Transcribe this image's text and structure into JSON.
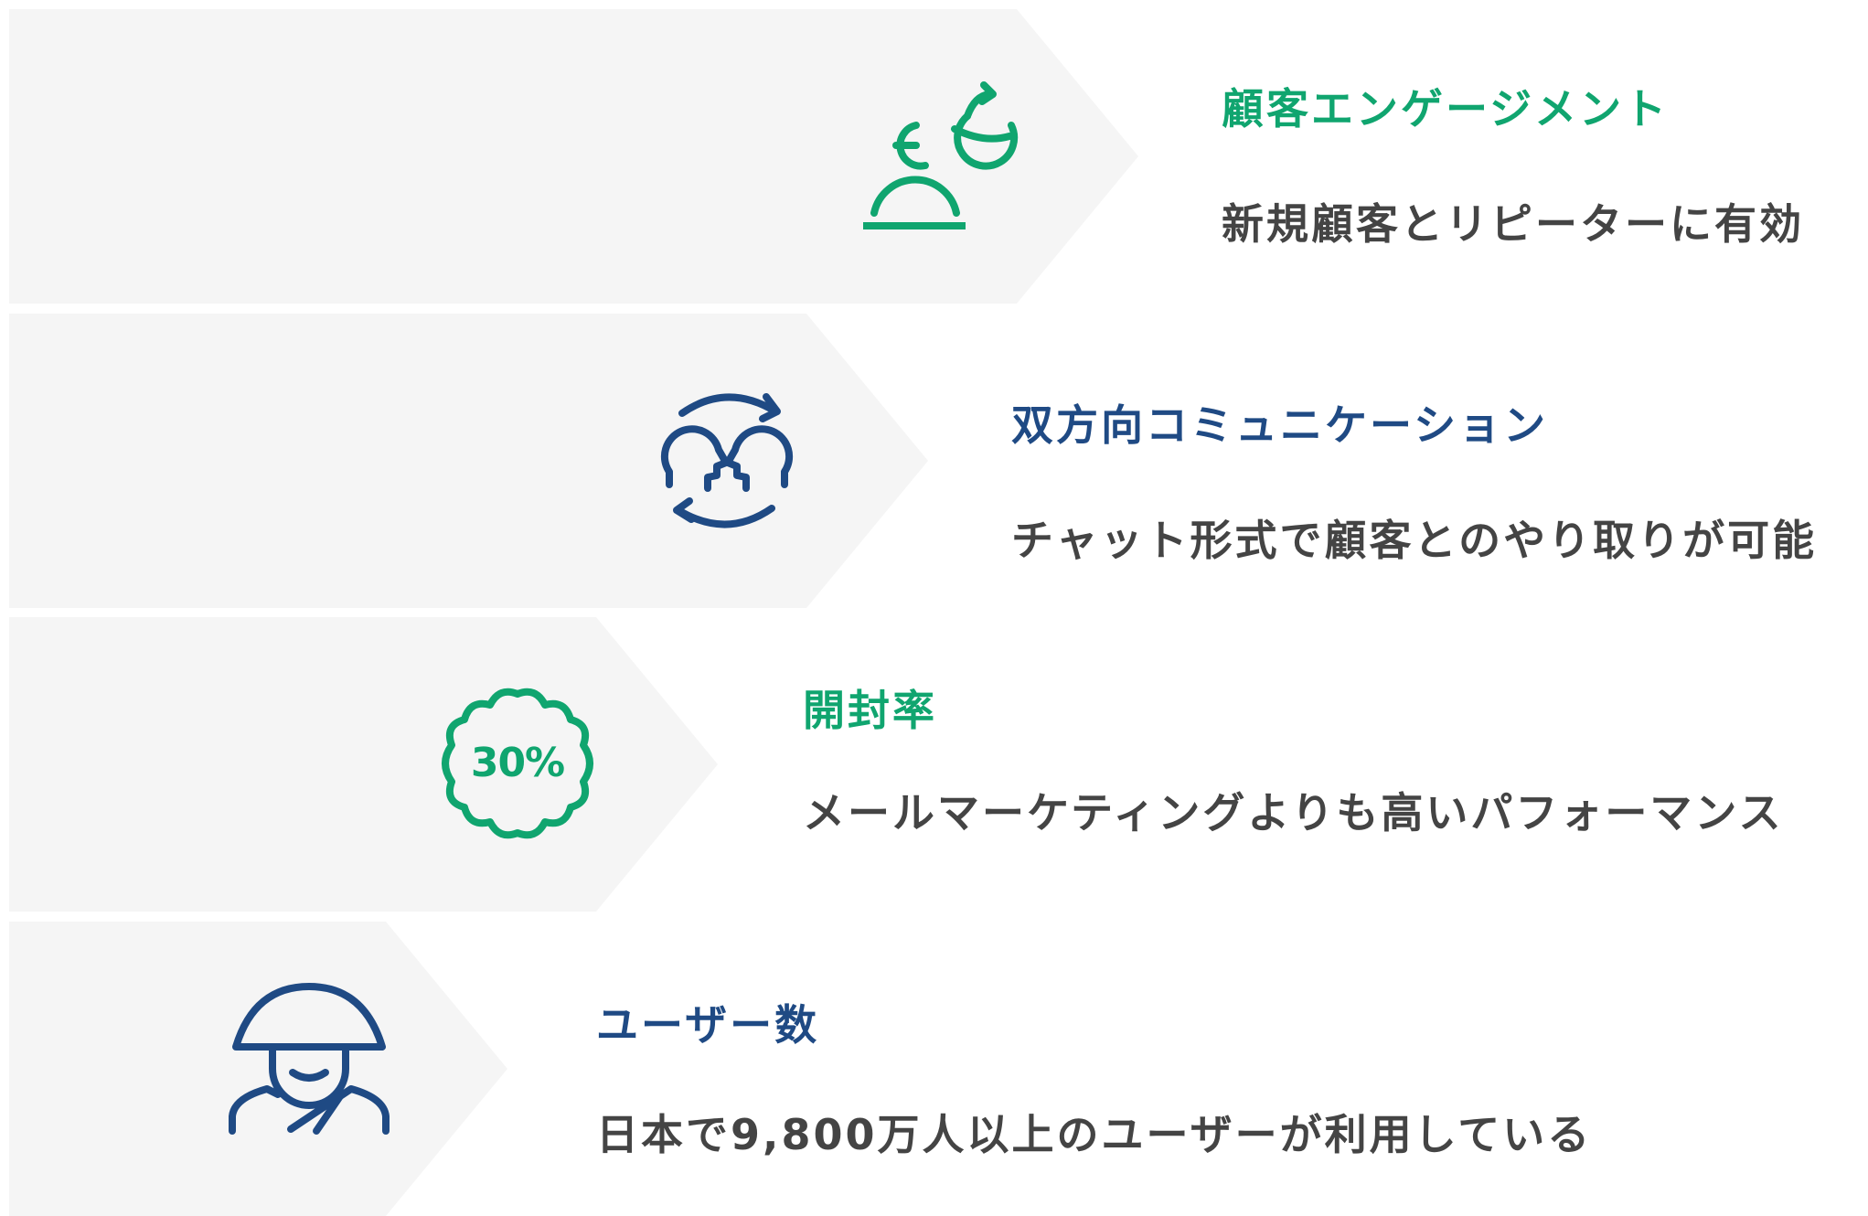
{
  "colors": {
    "green": "#10a56f",
    "navy": "#1f4a84",
    "band": "#f5f5f5",
    "text": "#444444"
  },
  "features": [
    {
      "icon": "customer-engagement-icon",
      "title": "顧客エンゲージメント",
      "description": "新規顧客とリピーターに有効"
    },
    {
      "icon": "two-way-chat-icon",
      "title": "双方向コミュニケーション",
      "description": "チャット形式で顧客とのやり取りが可能"
    },
    {
      "icon": "percent-badge-icon",
      "badge_text": "30%",
      "title": "開封率",
      "description": "メールマーケティングよりも高いパフォーマンス"
    },
    {
      "icon": "user-hat-icon",
      "title": "ユーザー数",
      "description": "日本で9,800万人以上のユーザーが利用している"
    }
  ]
}
